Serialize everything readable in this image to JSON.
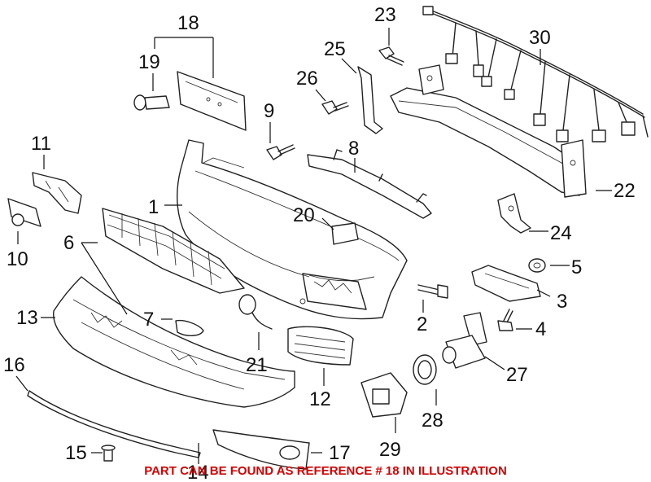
{
  "callouts": {
    "c1": "1",
    "c2": "2",
    "c3": "3",
    "c4": "4",
    "c5": "5",
    "c6": "6",
    "c7": "7",
    "c8": "8",
    "c9": "9",
    "c10": "10",
    "c11": "11",
    "c12": "12",
    "c13": "13",
    "c14": "14",
    "c15": "15",
    "c16": "16",
    "c17": "17",
    "c18": "18",
    "c19": "19",
    "c20": "20",
    "c21": "21",
    "c22": "22",
    "c23": "23",
    "c24": "24",
    "c25": "25",
    "c26": "26",
    "c27": "27",
    "c28": "28",
    "c29": "29",
    "c30": "30"
  },
  "note": {
    "text": "PART CAN BE FOUND AS REFERENCE # 18 IN ILLUSTRATION",
    "color": "#d40000"
  }
}
